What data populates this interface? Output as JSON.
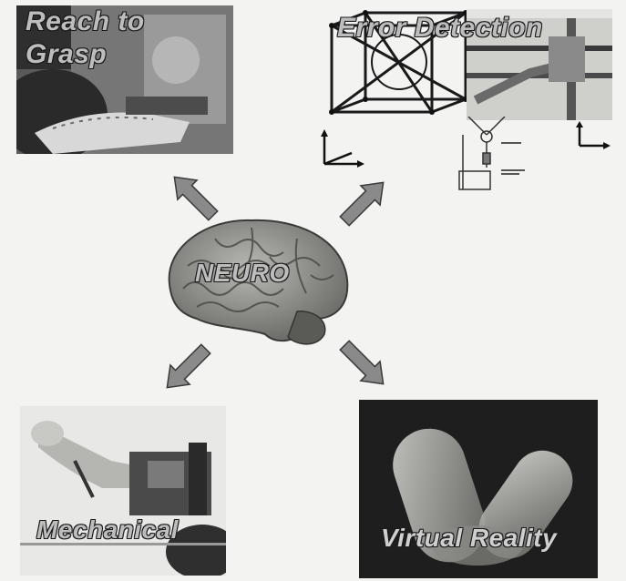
{
  "panels": {
    "reach": {
      "title_line1": "Reach to",
      "title_line2": "Grasp"
    },
    "error": {
      "title": "Error Detection"
    },
    "mechanical": {
      "title": "Mechanical"
    },
    "virtual_reality": {
      "title": "Virtual Reality"
    }
  },
  "center": {
    "label": "NEURO"
  },
  "colors": {
    "arrow_fill": "#8a8a8a",
    "arrow_stroke": "#3a3a3a",
    "text_fill": "#bdbdbd",
    "text_outline": "#1a1a1a"
  },
  "icons": [
    "brain-image",
    "cube-frame-diagram",
    "axes-icon",
    "pulley-diagram"
  ]
}
